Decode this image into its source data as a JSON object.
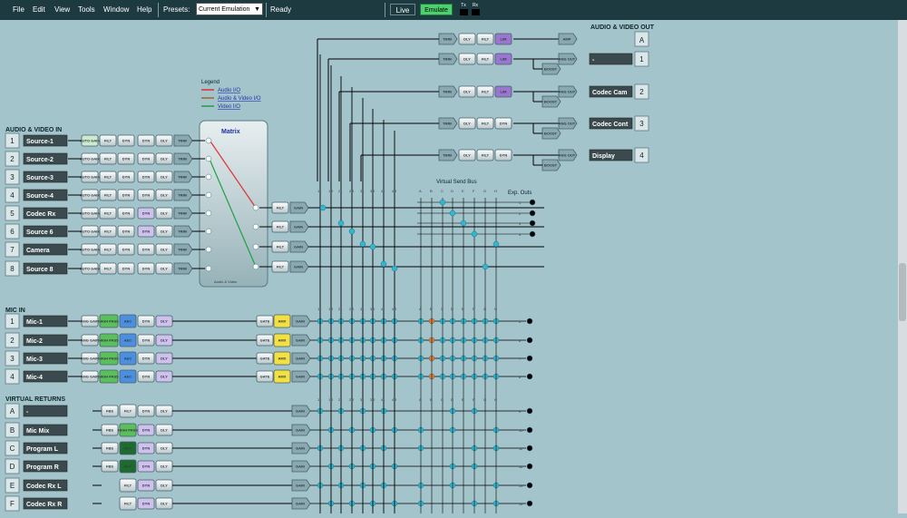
{
  "menu": [
    "File",
    "Edit",
    "View",
    "Tools",
    "Window",
    "Help"
  ],
  "presets": {
    "label": "Presets:",
    "value": "Current Emulation"
  },
  "status": "Ready",
  "buttons": {
    "live": "Live",
    "emulate": "Emulate"
  },
  "meters": [
    "Tx",
    "Rx"
  ],
  "sections": {
    "av_in": "AUDIO & VIDEO IN",
    "mic_in": "MIC IN",
    "virtual_returns": "VIRTUAL RETURNS",
    "av_out": "AUDIO & VIDEO OUT",
    "virtual_send_bus": "Virtual Send Bus",
    "exp_outs": "Exp. Outs"
  },
  "legend": {
    "title": "Legend",
    "items": [
      "Audio I/O",
      "Audio & Video I/O",
      "Video I/O"
    ]
  },
  "matrix": {
    "title": "Matrix",
    "subtitle": "Audio & Video"
  },
  "av_inputs": [
    {
      "num": "1",
      "name": "Source-1"
    },
    {
      "num": "2",
      "name": "Source-2"
    },
    {
      "num": "3",
      "name": "Source-3"
    },
    {
      "num": "4",
      "name": "Source-4"
    },
    {
      "num": "5",
      "name": "Codec Rx"
    },
    {
      "num": "6",
      "name": "Source 6"
    },
    {
      "num": "7",
      "name": "Camera"
    },
    {
      "num": "8",
      "name": "Source 8"
    }
  ],
  "mic_inputs": [
    {
      "num": "1",
      "name": "Mic-1"
    },
    {
      "num": "2",
      "name": "Mic-2"
    },
    {
      "num": "3",
      "name": "Mic-3"
    },
    {
      "num": "4",
      "name": "Mic-4"
    }
  ],
  "virtual_returns": [
    {
      "num": "A",
      "name": "-"
    },
    {
      "num": "B",
      "name": "Mic Mix"
    },
    {
      "num": "C",
      "name": "Program L"
    },
    {
      "num": "D",
      "name": "Program R"
    },
    {
      "num": "E",
      "name": "Codec Rx L"
    },
    {
      "num": "F",
      "name": "Codec Rx R"
    }
  ],
  "av_outputs": [
    {
      "num": "A",
      "name": ""
    },
    {
      "num": "1",
      "name": "-"
    },
    {
      "num": "2",
      "name": "Codec Cam"
    },
    {
      "num": "3",
      "name": "Codec Cont"
    },
    {
      "num": "4",
      "name": "Display"
    }
  ],
  "bus_labels": [
    "1L",
    "1R",
    "2L",
    "2R",
    "3L",
    "3R",
    "4L",
    "4R"
  ],
  "send_bus_labels": [
    "A",
    "B",
    "C",
    "D",
    "E",
    "F",
    "G",
    "H"
  ],
  "exp_out_numbers": [
    "1",
    "2",
    "3",
    "4",
    "5",
    "6",
    "7",
    "8",
    "9",
    "10",
    "11",
    "12",
    "13",
    "14"
  ],
  "block_labels": {
    "av_chain": [
      "AUTO GAIN",
      "FILT",
      "DYN",
      "DYN",
      "DLY",
      "TRIM"
    ],
    "out_chain": [
      "TRIM",
      "DLY",
      "FILT",
      "LIM",
      "AMP"
    ],
    "mic_chain": [
      "ANG GAIN",
      "HIGH PASS",
      "AEC",
      "DYN",
      "DLY"
    ],
    "mic_post": [
      "GATE",
      "AMX",
      "GAIN"
    ],
    "ret_chain": [
      "FBS",
      "FILT",
      "DYN",
      "DLY"
    ]
  },
  "colors": {
    "bg": "#a4c4cb",
    "topbar": "#1c3a40",
    "audio": "#e03030",
    "av": "#9a6a2a",
    "video": "#20a040",
    "node_cyan": "#2fb8d0",
    "node_orange": "#f07a30"
  }
}
